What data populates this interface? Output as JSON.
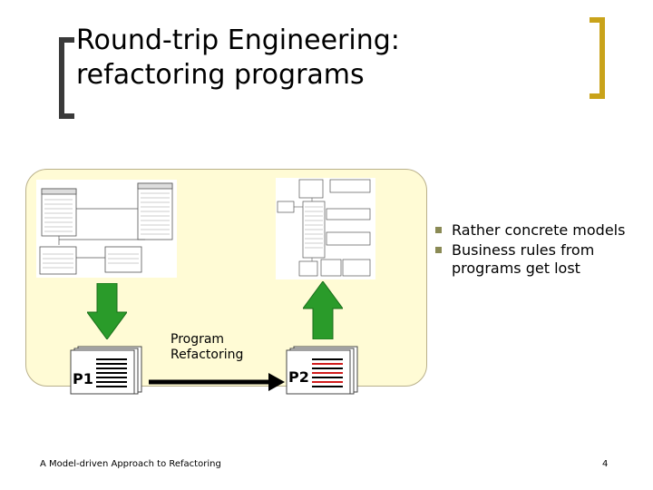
{
  "slide": {
    "title_line1": "Round-trip Engineering:",
    "title_line2": "refactoring programs",
    "bullets": [
      {
        "text": "Rather concrete models"
      },
      {
        "text": "Business rules from programs get lost"
      }
    ],
    "refactoring_label_line1": "Program",
    "refactoring_label_line2": "Refactoring",
    "doc_p1_label": "P1",
    "doc_p2_label": "P2",
    "footer_text": "A Model-driven Approach to Refactoring",
    "page_number": "4"
  },
  "colors": {
    "accent_bracket": "#c9a31a",
    "panel_fill": "#fffbd5",
    "arrow_green": "#2a9b2a",
    "p2_line_red": "#d11c1c",
    "bullet_square": "#8a8a55"
  },
  "icons": [
    "down-arrow-icon",
    "up-arrow-icon",
    "right-arrow-icon",
    "document-stack-icon",
    "uml-diagram-thumbnail"
  ]
}
